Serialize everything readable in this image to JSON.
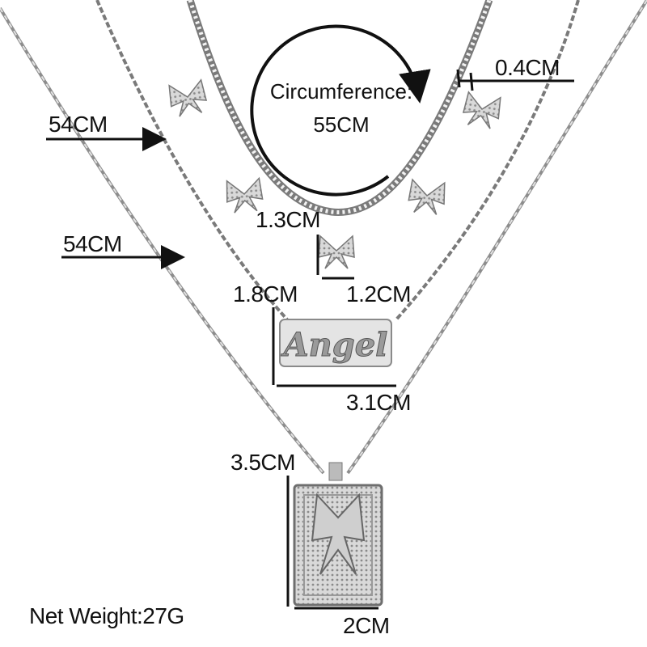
{
  "image": {
    "description_type": "product photo: three-layer silver necklace with size annotations",
    "colors": {
      "background": "#ffffff",
      "metal": "#bfbfbf",
      "metal_dark": "#7a7a7a",
      "annotation": "#111111"
    }
  },
  "annotations": {
    "circumference_title": "Circumference:",
    "circumference_value": "55CM",
    "link_width": "0.4CM",
    "chain_length_1": "54CM",
    "chain_length_2": "54CM",
    "butterfly_height": "1.3CM",
    "butterfly_width": "1.2CM",
    "angel_height": "1.8CM",
    "angel_width": "3.1CM",
    "pendant_height": "3.5CM",
    "pendant_width": "2CM",
    "net_weight": "Net Weight:27G"
  },
  "pendant_text": "Angel"
}
